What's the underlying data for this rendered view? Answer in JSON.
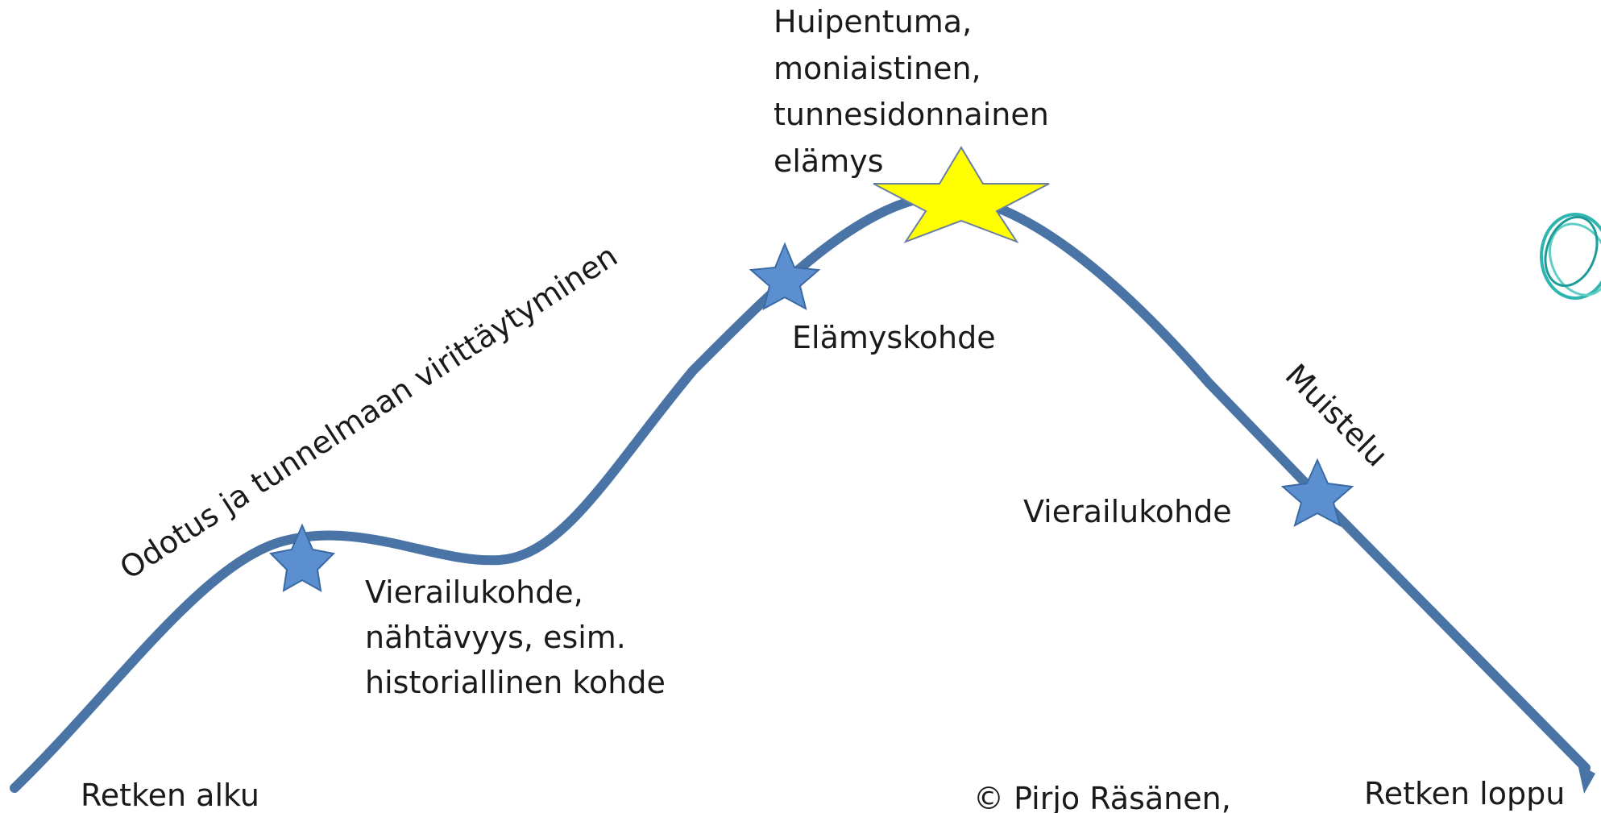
{
  "labels": {
    "start": "Retken alku",
    "anticipation": "Odotus ja tunnelmaan virittäytyminen",
    "first_stop_lines": [
      "Vierailukohde,",
      "nähtävyys, esim.",
      "historiallinen kohde"
    ],
    "peak_lines": [
      "Huipentuma,",
      "moniaistinen,",
      "tunnesidonnainen",
      "elämys"
    ],
    "experience_site": "Elämyskohde",
    "visit_site": "Vierailukohde",
    "reminiscence": "Muistelu",
    "end": "Retken loppu",
    "copyright": "© Pirjo Räsänen,"
  },
  "colors": {
    "curve": "#4a74a5",
    "star_blue": "#5b8fd0",
    "star_yellow": "#ffff00",
    "logo_teal": "#2fb5b0"
  }
}
